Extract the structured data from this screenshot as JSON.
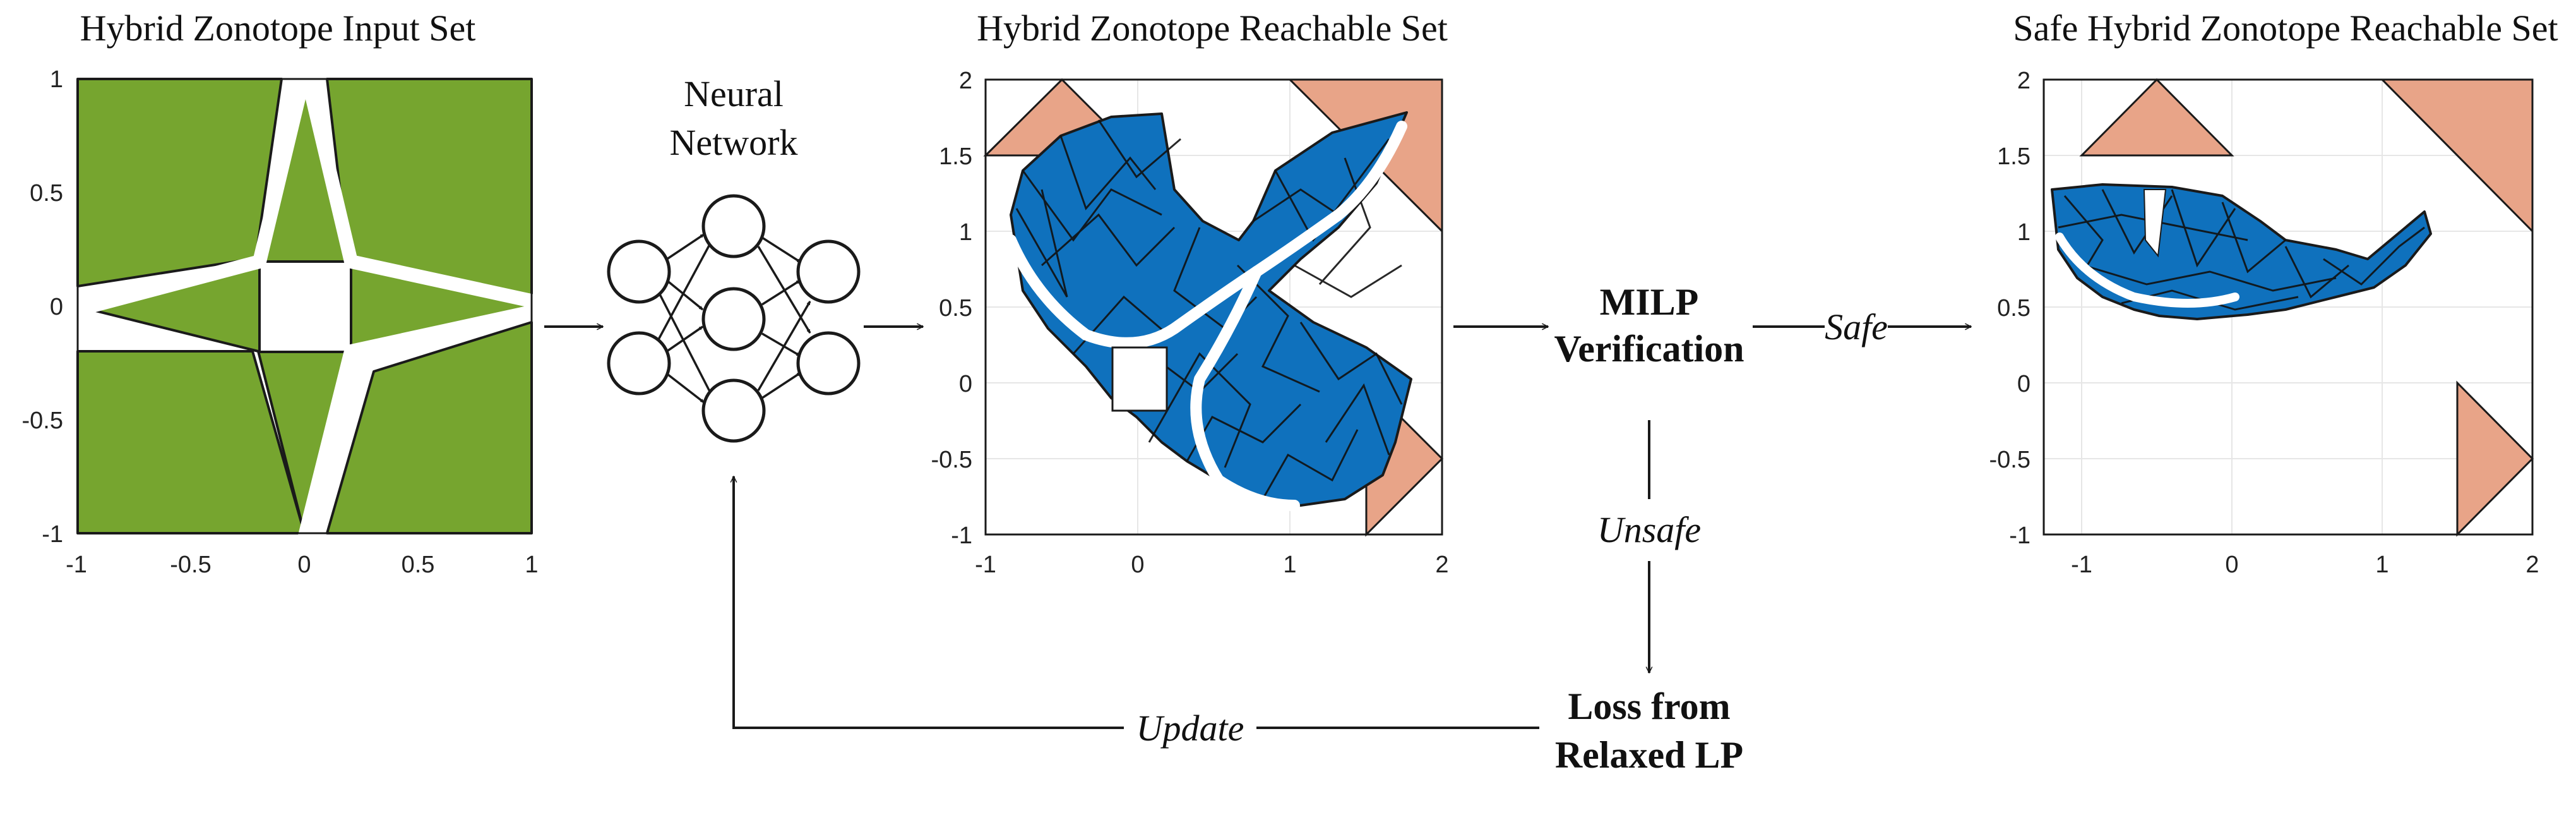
{
  "titles": {
    "input": "Hybrid Zonotope Input Set",
    "reachable": "Hybrid Zonotope Reachable Set",
    "safe": "Safe Hybrid Zonotope Reachable Set"
  },
  "nn": {
    "line1": "Neural",
    "line2": "Network"
  },
  "milp": {
    "line1": "MILP",
    "line2": "Verification"
  },
  "loss": {
    "line1": "Loss from",
    "line2": "Relaxed LP"
  },
  "edges": {
    "safe": "Safe",
    "unsafe": "Unsafe",
    "update": "Update"
  },
  "colors": {
    "green": "#76a52f",
    "blue": "#0f71bd",
    "salmon": "#e8a488",
    "ink": "#1a1a1a"
  },
  "chart_data": [
    {
      "type": "area",
      "name": "input-set",
      "x_ticks": [
        "-1",
        "-0.5",
        "0",
        "0.5",
        "1"
      ],
      "y_ticks": [
        "1",
        "0.5",
        "0",
        "-0.5",
        "-1"
      ],
      "xlim": [
        -1,
        1
      ],
      "ylim": [
        -1,
        1
      ],
      "grid": true
    },
    {
      "type": "area",
      "name": "reachable-set",
      "x_ticks": [
        "-1",
        "0",
        "1",
        "2"
      ],
      "y_ticks": [
        "2",
        "1.5",
        "1",
        "0.5",
        "0",
        "-0.5",
        "-1"
      ],
      "xlim": [
        -1,
        2
      ],
      "ylim": [
        -1,
        2
      ],
      "grid": true
    },
    {
      "type": "area",
      "name": "safe-reachable-set",
      "x_ticks": [
        "-1",
        "0",
        "1",
        "2"
      ],
      "y_ticks": [
        "2",
        "1.5",
        "1",
        "0.5",
        "0",
        "-0.5",
        "-1"
      ],
      "xlim": [
        -1.25,
        2
      ],
      "ylim": [
        -1,
        2
      ],
      "grid": true
    }
  ]
}
